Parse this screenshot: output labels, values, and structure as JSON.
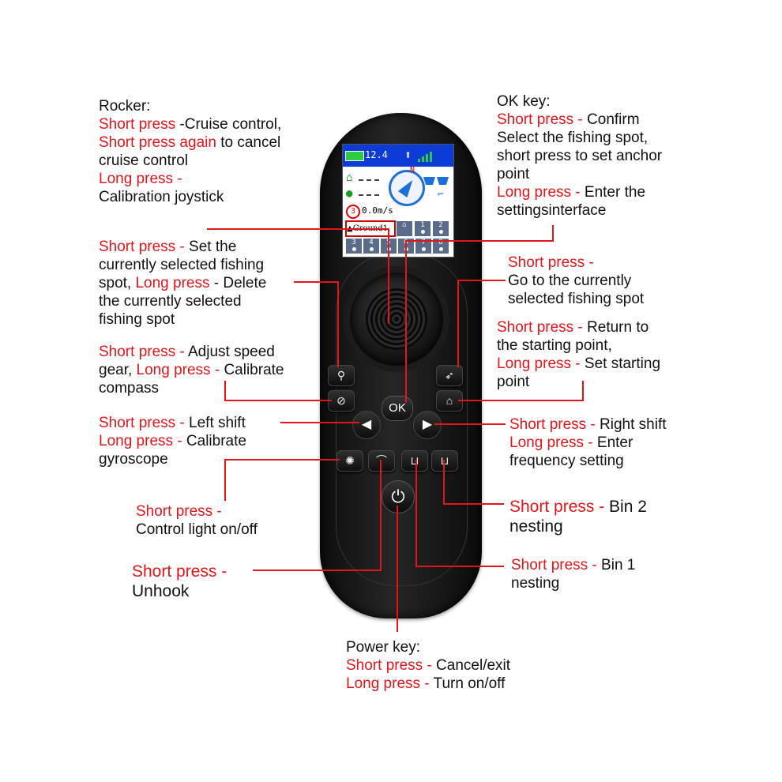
{
  "screen": {
    "speed": "12.4",
    "velocity": "0.0m/s",
    "compass_n": "N",
    "speed_circle": "3",
    "ground": "▲Ground1",
    "cells_top": [
      "1",
      "2"
    ],
    "cells_bottom": [
      "3",
      "4",
      "5",
      "6",
      "7",
      "8"
    ]
  },
  "remote": {
    "ok_label": "OK"
  },
  "annotations": {
    "rocker": {
      "title": "Rocker:",
      "l1_red": "Short press",
      "l1_black": " -Cruise control,",
      "l2_red": "Short press again",
      "l2_black": " to cancel",
      "l3_black": "cruise control",
      "l4_red": "Long press -",
      "l5_black": "Calibration joystick"
    },
    "ok_key": {
      "title": "OK key:",
      "l1_red": "Short press -",
      "l1_black": " Confirm",
      "l2_black": "Select the fishing spot,",
      "l3_black": "short press to set anchor",
      "l4_black": "point",
      "l5_red": "Long press -",
      "l5_black": " Enter the",
      "l6_black": "settingsinterface"
    },
    "set_spot": {
      "l1_red": "Short press -",
      "l1_black": " Set the",
      "l2_black": "currently selected fishing",
      "l3_black": "spot, ",
      "l3_red": "Long press",
      "l3_black2": " - Delete",
      "l4_black": "the currently selected",
      "l5_black": "fishing spot"
    },
    "go_spot": {
      "l1_red": "Short press -",
      "l2_black": "Go to the currently",
      "l3_black": "selected fishing spot"
    },
    "speed": {
      "l1_red": "Short press -",
      "l1_black": " Adjust speed",
      "l2_black": "gear, ",
      "l2_red": "Long press -",
      "l2_black2": " Calibrate",
      "l3_black": "compass"
    },
    "home": {
      "l1_red": "Short press -",
      "l1_black": " Return to",
      "l2_black": "the starting point,",
      "l3_red": "Long press -",
      "l3_black": " Set starting",
      "l4_black": "point"
    },
    "left": {
      "l1_red": "Short press -",
      "l1_black": " Left shift",
      "l2_red": "Long press -",
      "l2_black": " Calibrate",
      "l3_black": "gyroscope"
    },
    "right": {
      "l1_red": "Short press -",
      "l1_black": " Right shift",
      "l2_red": "Long press -",
      "l2_black": " Enter",
      "l3_black": "frequency setting"
    },
    "light": {
      "l1_red": "Short press -",
      "l2_black": "Control light on/off"
    },
    "bin2": {
      "l1_red": "Short press -",
      "l1_black": " Bin 2",
      "l2_black": "nesting"
    },
    "unhook": {
      "l1_red": "Short press -",
      "l2_black": "Unhook"
    },
    "bin1": {
      "l1_red": "Short press -",
      "l1_black": " Bin 1",
      "l2_black": "nesting"
    },
    "power": {
      "title": "Power key:",
      "l1_red": "Short press -",
      "l1_black": " Cancel/exit",
      "l2_red": "Long press -",
      "l2_black": " Turn on/off"
    }
  },
  "colors": {
    "accent_red": "#e0161b",
    "body": "#1a1a1a"
  }
}
